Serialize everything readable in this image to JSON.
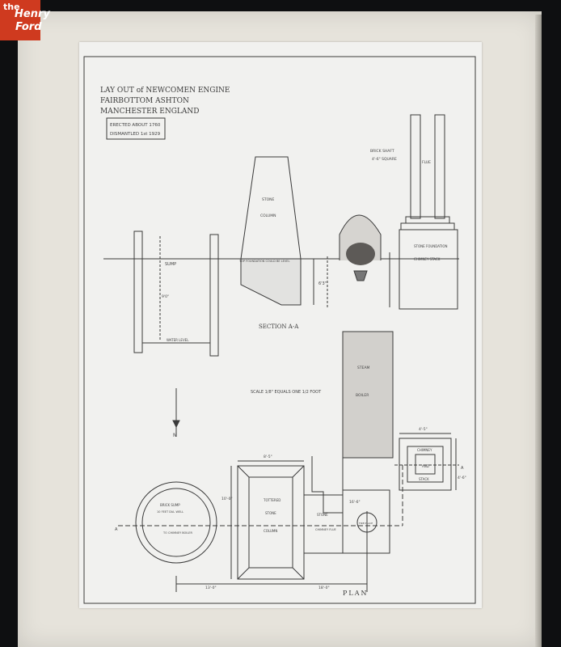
{
  "logo": {
    "line0": "the",
    "line1": "Henry",
    "line2": "Ford"
  },
  "drawing": {
    "title": [
      "LAY OUT of NEWCOMEN ENGINE",
      "FAIRBOTTOM ASHTON",
      "MANCHESTER ENGLAND"
    ],
    "dates": [
      "ERECTED ABOUT 1760",
      "DISMANTLED 1st 1929"
    ],
    "labels": {
      "sump": "SUMP",
      "water_level": "WATER LEVEL",
      "stone_column": [
        "STONE",
        "COLUMN"
      ],
      "top_foundation": "TOP FOUNDATION COULD BE LEVEL",
      "dim_6": "6'3\"",
      "dim_sump": "9'0\"",
      "brick_shaft": [
        "BRICK SHAFT",
        "4'-6\" SQUARE"
      ],
      "flue": "FLUE",
      "stone_foundation": [
        "STONE FOUNDATION",
        "CHIMNEY STACK"
      ],
      "section": "SECTION A-A",
      "scale": "SCALE 1/8\" EQUALS ONE 1/2 FOOT",
      "steam_boiler": [
        "STEAM",
        "BOILER"
      ],
      "chimney_plan": [
        "CHIMNEY",
        "AND",
        "STACK"
      ],
      "brick_sump": [
        "BRICK SUMP",
        "10 FEET DIA. WELL"
      ],
      "to_chimney": "TO CHIMNEY BOILER",
      "stone_column_plan": [
        "TOTTERED",
        "STONE",
        "COLUMN"
      ],
      "stone_plan": "STONE",
      "chimney_flue": "CHIMNEY FLUE",
      "fire_place": "FIRE PLACE",
      "north": "N",
      "section_a": "A",
      "dims_top": [
        "8'-5\"",
        "4'-5\""
      ],
      "dims_side": [
        "10'-0\"",
        "4'-6\""
      ],
      "dims_bottom": [
        "13'-0\"",
        "18'-0\""
      ],
      "dim_mid": "16'-6\"",
      "plan": "PLAN"
    }
  }
}
